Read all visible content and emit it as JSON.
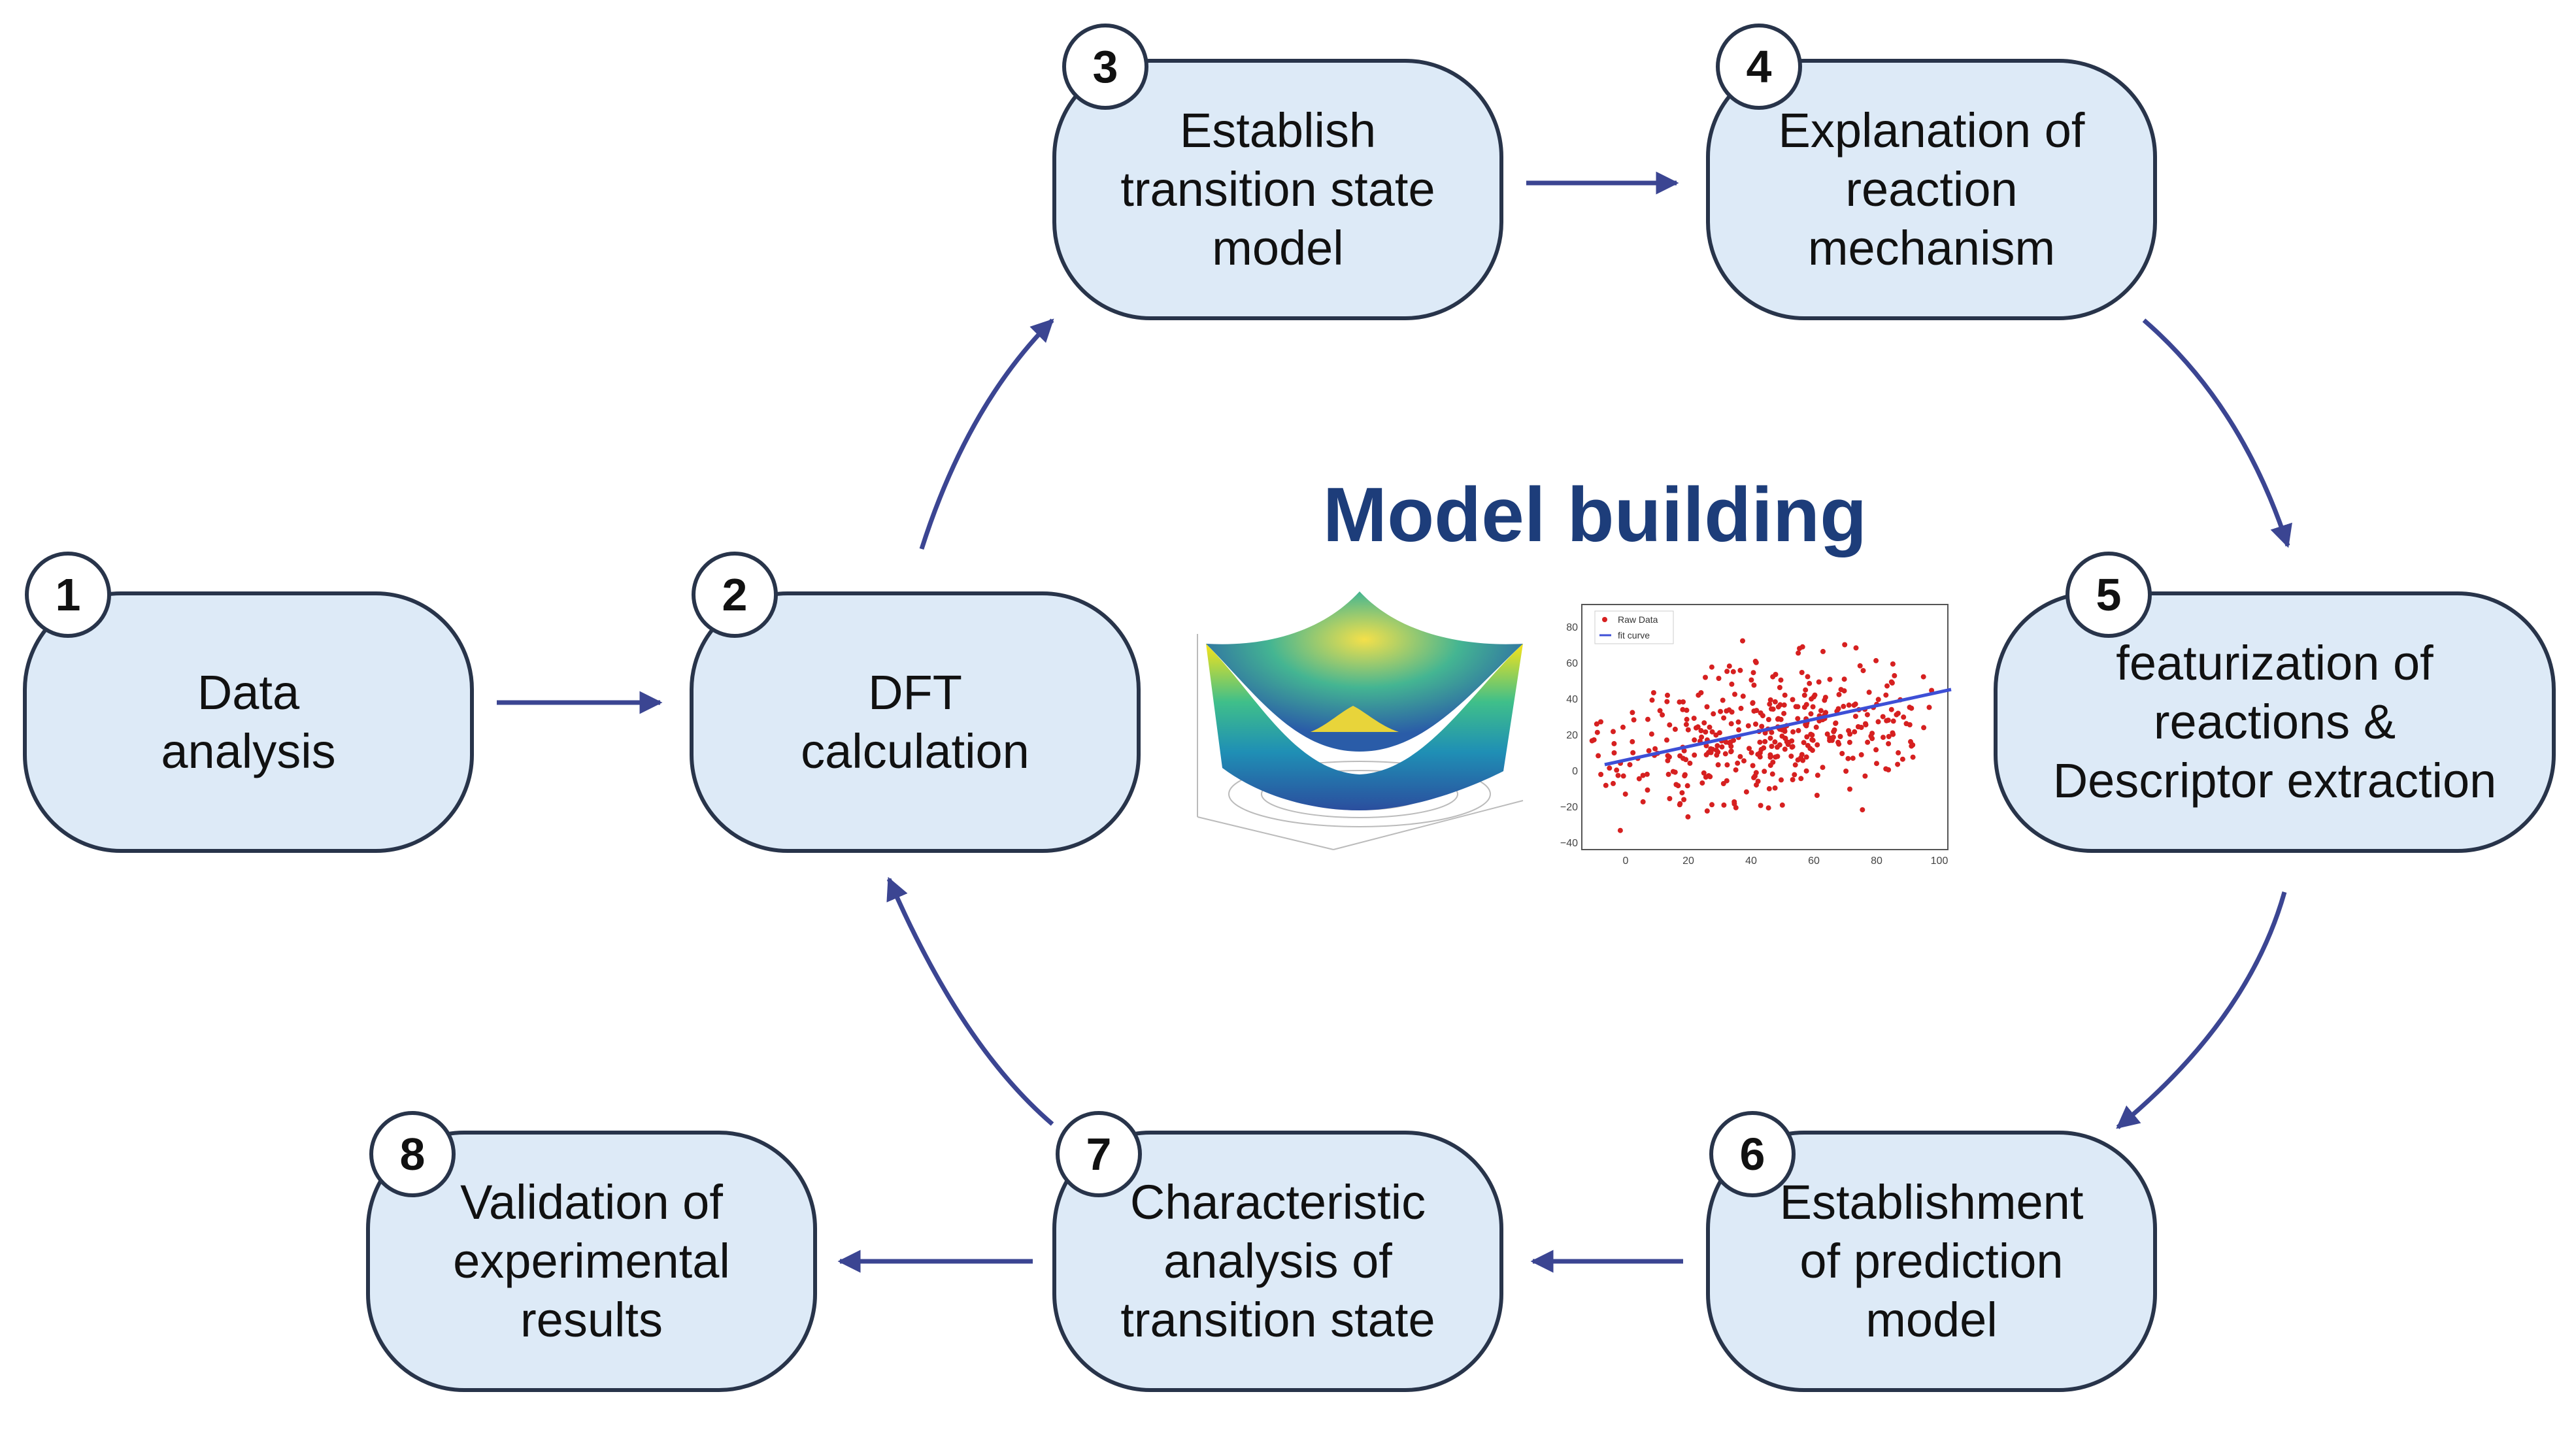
{
  "title": "Model building",
  "colors": {
    "box_fill": "#ddeaf7",
    "box_border": "#28344a",
    "arrow": "#3b4592",
    "title": "#1d3d7a",
    "scatter_points": "#d62020",
    "fit_line": "#3d4fd6"
  },
  "steps": [
    {
      "num": "1",
      "lines": [
        "Data",
        "analysis"
      ]
    },
    {
      "num": "2",
      "lines": [
        "DFT",
        "calculation"
      ]
    },
    {
      "num": "3",
      "lines": [
        "Establish",
        "transition state",
        "model"
      ]
    },
    {
      "num": "4",
      "lines": [
        "Explanation of",
        "reaction",
        "mechanism"
      ]
    },
    {
      "num": "5",
      "lines": [
        "featurization of",
        "reactions &",
        "Descriptor extraction"
      ]
    },
    {
      "num": "6",
      "lines": [
        "Establishment",
        "of prediction",
        "model"
      ]
    },
    {
      "num": "7",
      "lines": [
        "Characteristic",
        "analysis of",
        "transition state"
      ]
    },
    {
      "num": "8",
      "lines": [
        "Validation of",
        "experimental",
        "results"
      ]
    }
  ],
  "images": {
    "surface_plot": "3d-paraboloid-surface-plot",
    "scatter_plot": {
      "legend": [
        "Raw Data",
        "fit curve"
      ],
      "x_ticks": [
        "0",
        "20",
        "40",
        "60",
        "80",
        "100"
      ],
      "y_ticks": [
        "80",
        "60",
        "40",
        "20",
        "0",
        "−20",
        "−40"
      ]
    }
  }
}
